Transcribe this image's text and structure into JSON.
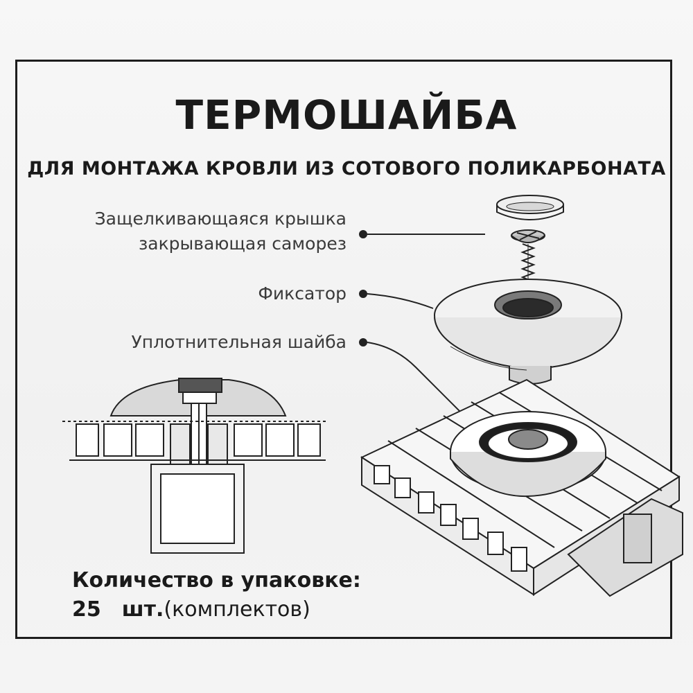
{
  "document": {
    "title": "ТЕРМОШАЙБА",
    "subtitle": "ДЛЯ МОНТАЖА КРОВЛИ ИЗ СОТОВОГО ПОЛИКАРБОНАТА",
    "labels": {
      "cap_line1": "Защелкивающаяся крышка",
      "cap_line2": "закрывающая саморез",
      "fixer": "Фиксатор",
      "seal_washer": "Уплотнительная шайба"
    },
    "quantity": {
      "line1": "Количество в упаковке:",
      "number": "25",
      "unit": "шт.",
      "suffix": "(комплектов)"
    }
  }
}
